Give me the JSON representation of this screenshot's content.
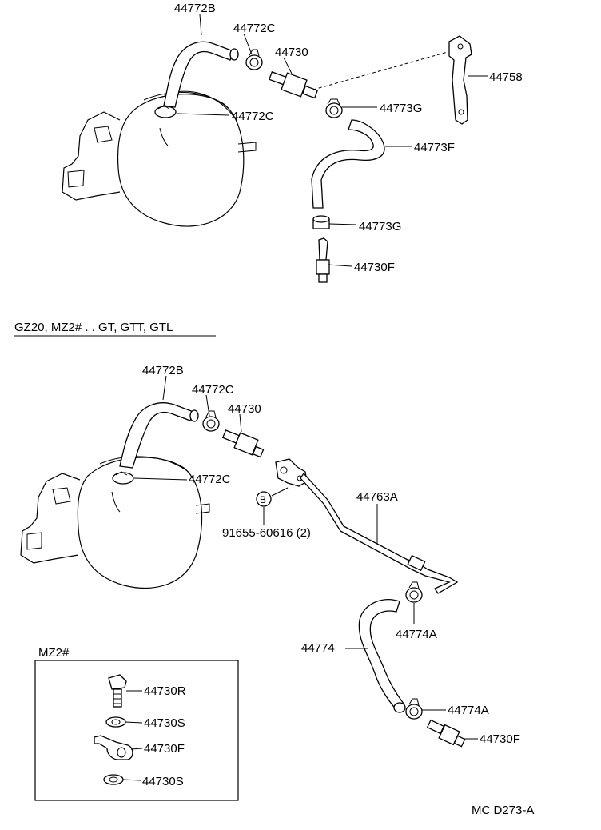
{
  "labels": {
    "top_44772B": "44772B",
    "top_44772C_a": "44772C",
    "top_44730": "44730",
    "top_44758": "44758",
    "top_44772C_b": "44772C",
    "top_44773G_a": "44773G",
    "top_44773F": "44773F",
    "top_44773G_b": "44773G",
    "top_44730F": "44730F",
    "section_title": "GZ20, MZ2# . . GT, GTT, GTL",
    "bot_44772B": "44772B",
    "bot_44772C_a": "44772C",
    "bot_44730": "44730",
    "bot_44772C_b": "44772C",
    "bot_44763A": "44763A",
    "bot_bolt": "91655-60616 (2)",
    "bot_bolt_marker": "B",
    "bot_44774A_a": "44774A",
    "bot_44774": "44774",
    "bot_44774A_b": "44774A",
    "bot_44730F": "44730F",
    "inset_title": "MZ2#",
    "inset_44730R": "44730R",
    "inset_44730S_a": "44730S",
    "inset_44730F": "44730F",
    "inset_44730S_b": "44730S",
    "figure_code": "MC D273-A"
  }
}
